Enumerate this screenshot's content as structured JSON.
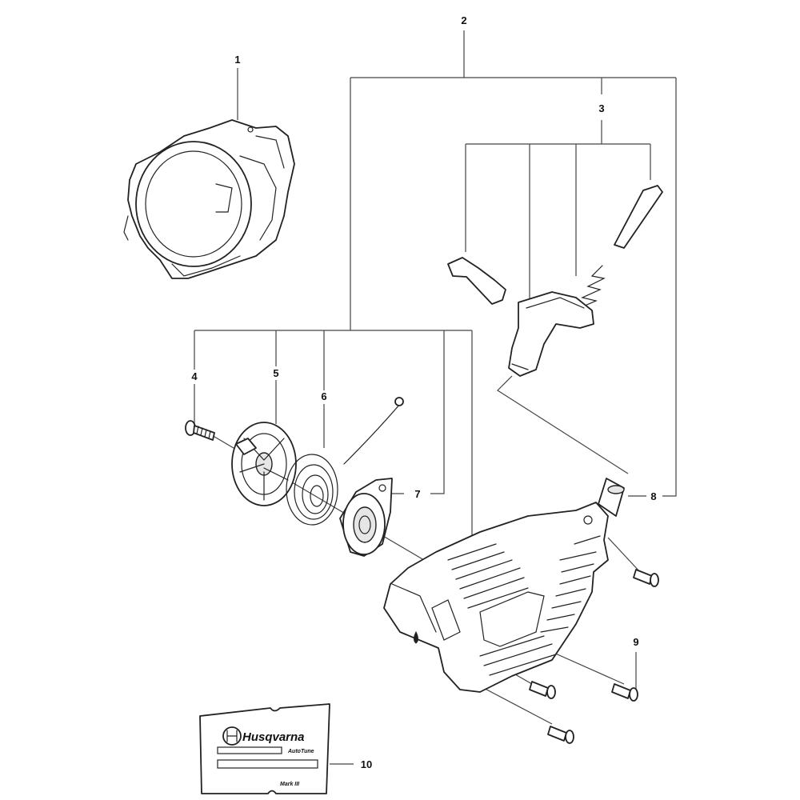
{
  "callouts": {
    "p1": "1",
    "p2": "2",
    "p3": "3",
    "p4": "4",
    "p5": "5",
    "p6": "6",
    "p7": "7",
    "p8": "8",
    "p9": "9",
    "p10": "10"
  },
  "decal": {
    "brand": "Husqvarna",
    "line1": "AutoTune",
    "line2": "Mark III"
  },
  "colors": {
    "line": "#222222",
    "background": "#ffffff"
  }
}
